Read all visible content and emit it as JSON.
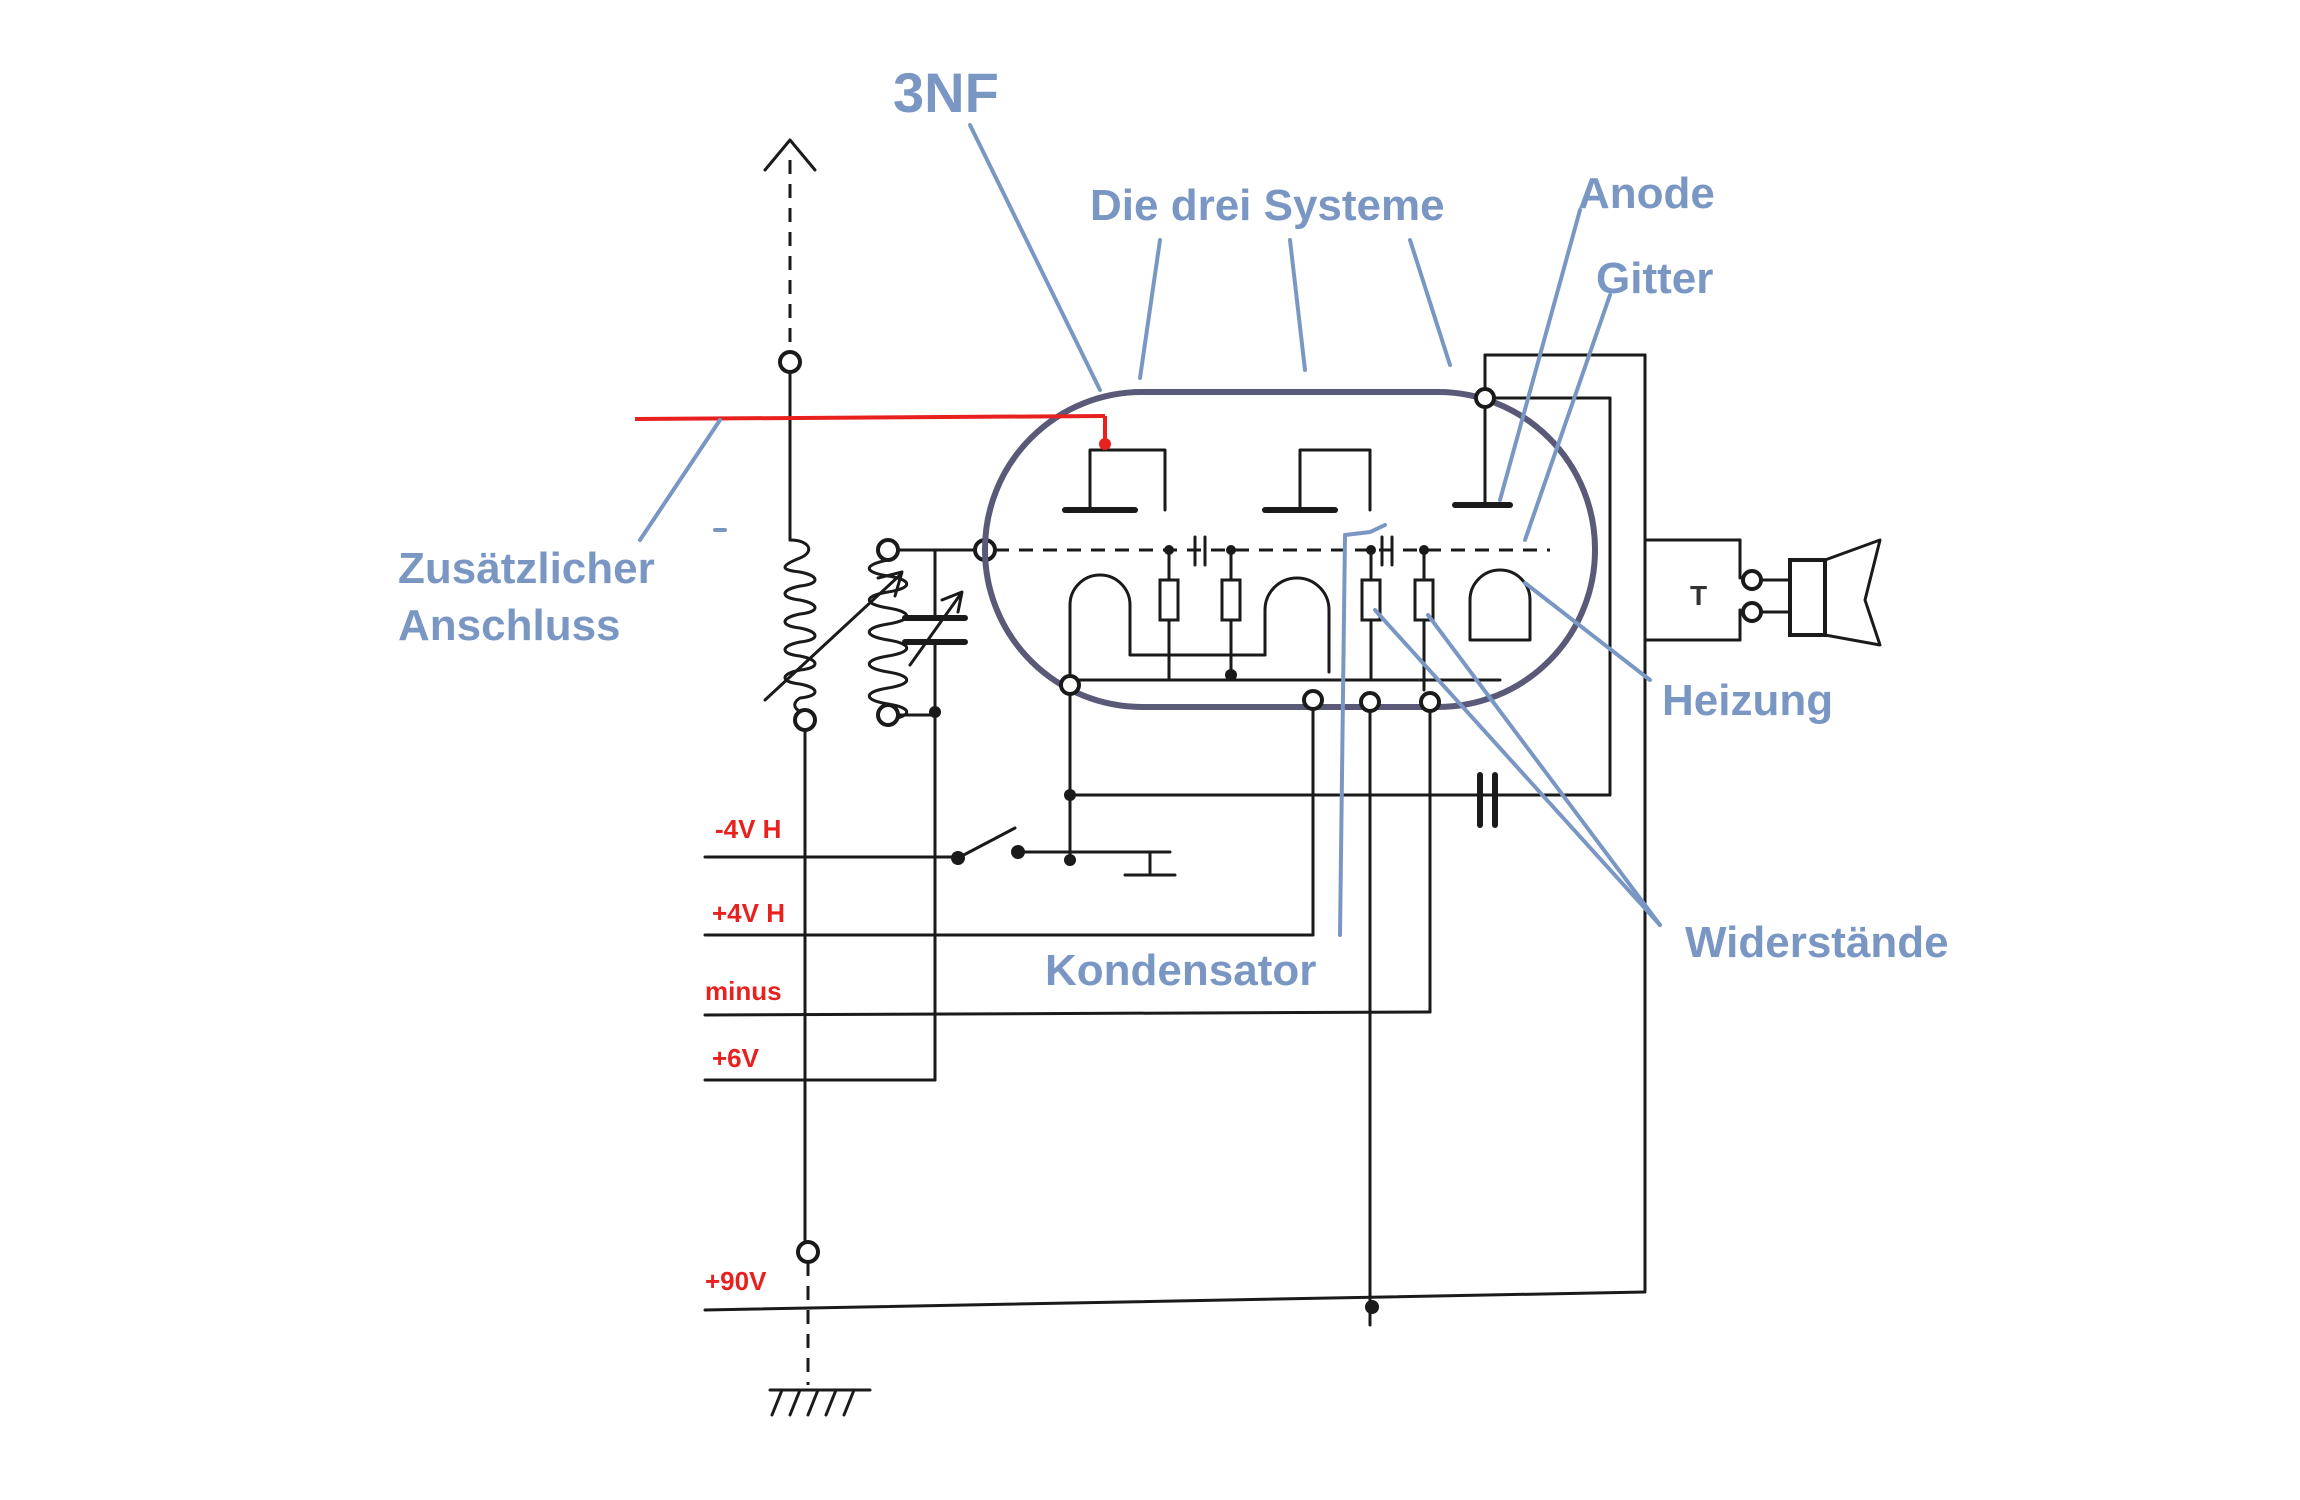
{
  "labels": {
    "tube_name": "3NF",
    "systems": "Die drei Systeme",
    "anode": "Anode",
    "grid": "Gitter",
    "extra_connection_line1": "Zusätzlicher",
    "extra_connection_line2": "Anschluss",
    "heating": "Heizung",
    "capacitor": "Kondensator",
    "resistors": "Widerstände",
    "transformer": "T"
  },
  "supply_rails": [
    {
      "label": "-4V H"
    },
    {
      "label": "+4V H"
    },
    {
      "label": "minus"
    },
    {
      "label": "+6V"
    },
    {
      "label": "+90V"
    }
  ],
  "colors": {
    "annotation": "#7a97c4",
    "supply_label": "#e8201e",
    "added_wire": "#e8201e",
    "tube_outline": "#5a5a78",
    "wire": "#1a1a1a"
  }
}
